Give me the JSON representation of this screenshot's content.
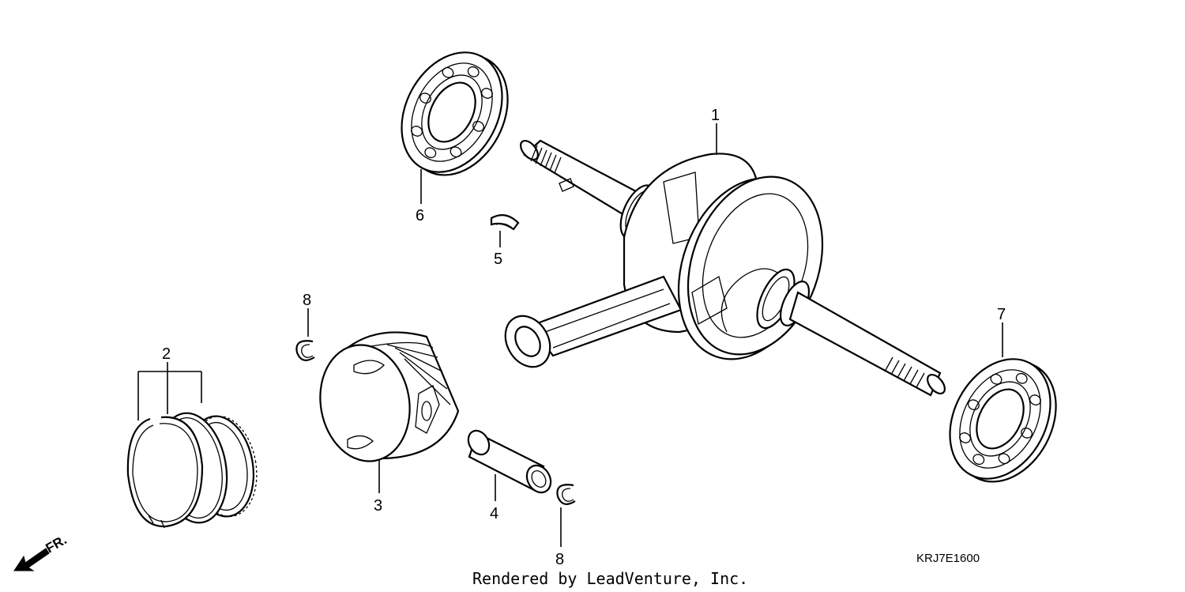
{
  "callouts": {
    "crankshaft": "1",
    "piston_rings": "2",
    "piston": "3",
    "piston_pin": "4",
    "woodruff_key": "5",
    "bearing_left": "6",
    "bearing_right": "7",
    "clip_top": "8",
    "clip_bottom": "8"
  },
  "diagram_code": "KRJ7E1600",
  "credit": "Rendered by LeadVenture, Inc.",
  "front_indicator": "FR.",
  "icons": {
    "front": "arrow-icon"
  }
}
